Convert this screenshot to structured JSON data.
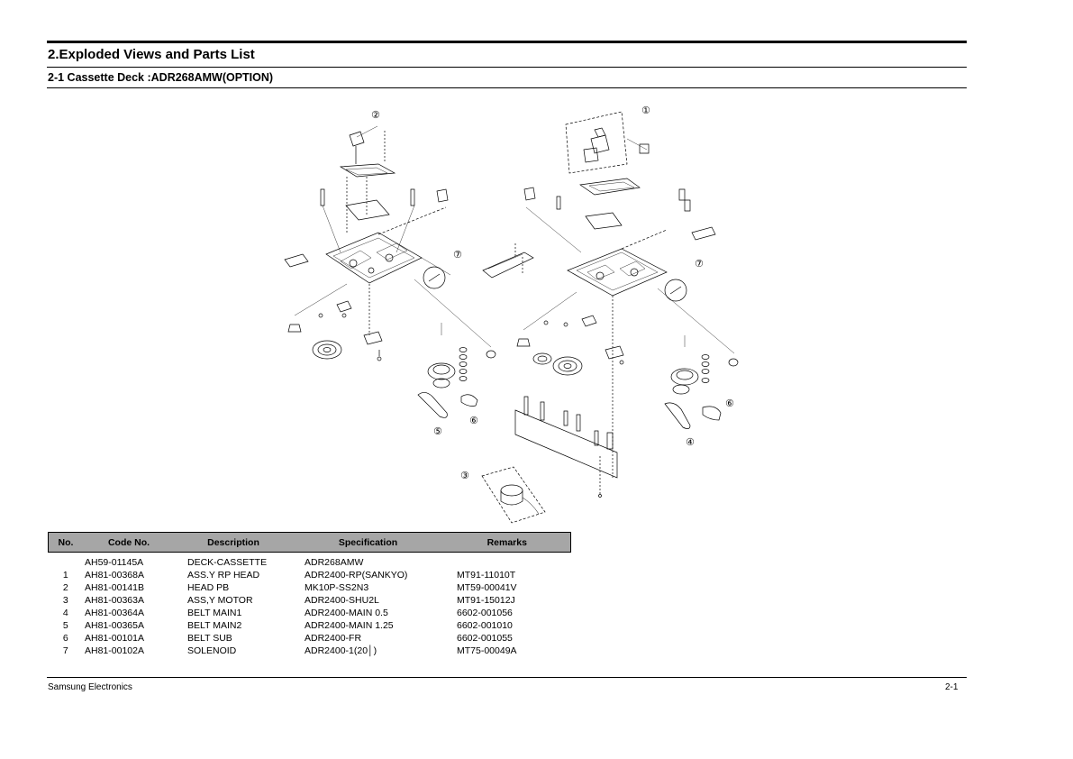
{
  "header": {
    "title": "2.Exploded Views and Parts List",
    "subtitle": "2-1 Cassette Deck :ADR268AMW(OPTION)"
  },
  "diagram": {
    "callouts": [
      "①",
      "②",
      "③",
      "④",
      "⑤",
      "⑥",
      "⑦"
    ]
  },
  "parts_table": {
    "columns": [
      "No.",
      "Code No.",
      "Description",
      "Specification",
      "Remarks"
    ],
    "rows": [
      {
        "no": "",
        "code": "AH59-01145A",
        "description": "DECK-CASSETTE",
        "specification": "ADR268AMW",
        "remarks": ""
      },
      {
        "no": "1",
        "code": "AH81-00368A",
        "description": "ASS.Y RP HEAD",
        "specification": "ADR2400-RP(SANKYO)",
        "remarks": "MT91-11010T"
      },
      {
        "no": "2",
        "code": "AH81-00141B",
        "description": "HEAD PB",
        "specification": "MK10P-SS2N3",
        "remarks": "MT59-00041V"
      },
      {
        "no": "3",
        "code": "AH81-00363A",
        "description": "ASS,Y MOTOR",
        "specification": "ADR2400-SHU2L",
        "remarks": "MT91-15012J"
      },
      {
        "no": "4",
        "code": "AH81-00364A",
        "description": "BELT MAIN1",
        "specification": "ADR2400-MAIN 0.5",
        "remarks": "6602-001056"
      },
      {
        "no": "5",
        "code": "AH81-00365A",
        "description": "BELT MAIN2",
        "specification": "ADR2400-MAIN 1.25",
        "remarks": "6602-001010"
      },
      {
        "no": "6",
        "code": "AH81-00101A",
        "description": "BELT SUB",
        "specification": "ADR2400-FR",
        "remarks": "6602-001055"
      },
      {
        "no": "7",
        "code": "AH81-00102A",
        "description": "SOLENOID",
        "specification": "ADR2400-1(20│)",
        "remarks": "MT75-00049A"
      }
    ]
  },
  "footer": {
    "company": "Samsung Electronics",
    "page": "2-1"
  }
}
